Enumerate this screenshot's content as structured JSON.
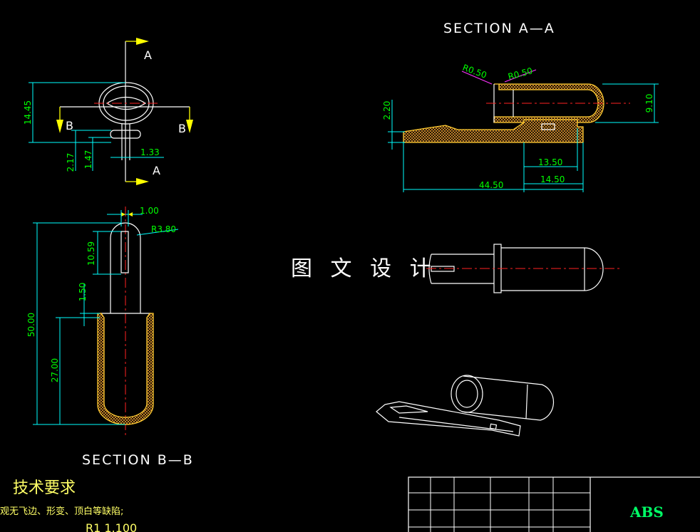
{
  "views": {
    "section_aa_title": "SECTION A—A",
    "section_bb_title": "SECTION B—B",
    "watermark": "图 文 设 计"
  },
  "section_markers": {
    "a_top": "A",
    "a_bottom": "A",
    "b_left": "B",
    "b_right": "B"
  },
  "dimensions": {
    "top_view": {
      "height": "14.45",
      "d_217": "2.17",
      "d_147": "1.47",
      "d_133": "1.33"
    },
    "section_bb": {
      "d_100": "1.00",
      "radius": "R3.80",
      "d_1059": "10.59",
      "d_150": "1.50",
      "d_5000": "50.00",
      "d_2700": "27.00"
    },
    "section_aa": {
      "r1": "R0.50",
      "r2": "R0.50",
      "d_220": "2.20",
      "d_910": "9.10",
      "d_1350": "13.50",
      "d_1450": "14.50",
      "d_4450": "44.50"
    }
  },
  "notes": {
    "title": "技术要求",
    "line1": "观无飞边、形变、顶白等缺陷;",
    "line2": "R1 1.100"
  },
  "title_block": {
    "material": "ABS"
  },
  "colors": {
    "background": "#000000",
    "outline": "#ffffff",
    "dimension": "#00ffff",
    "dimension_text": "#00ff00",
    "centerline": "#ff2222",
    "section_arrow": "#ffff00",
    "hatch": "#ffcc33"
  }
}
